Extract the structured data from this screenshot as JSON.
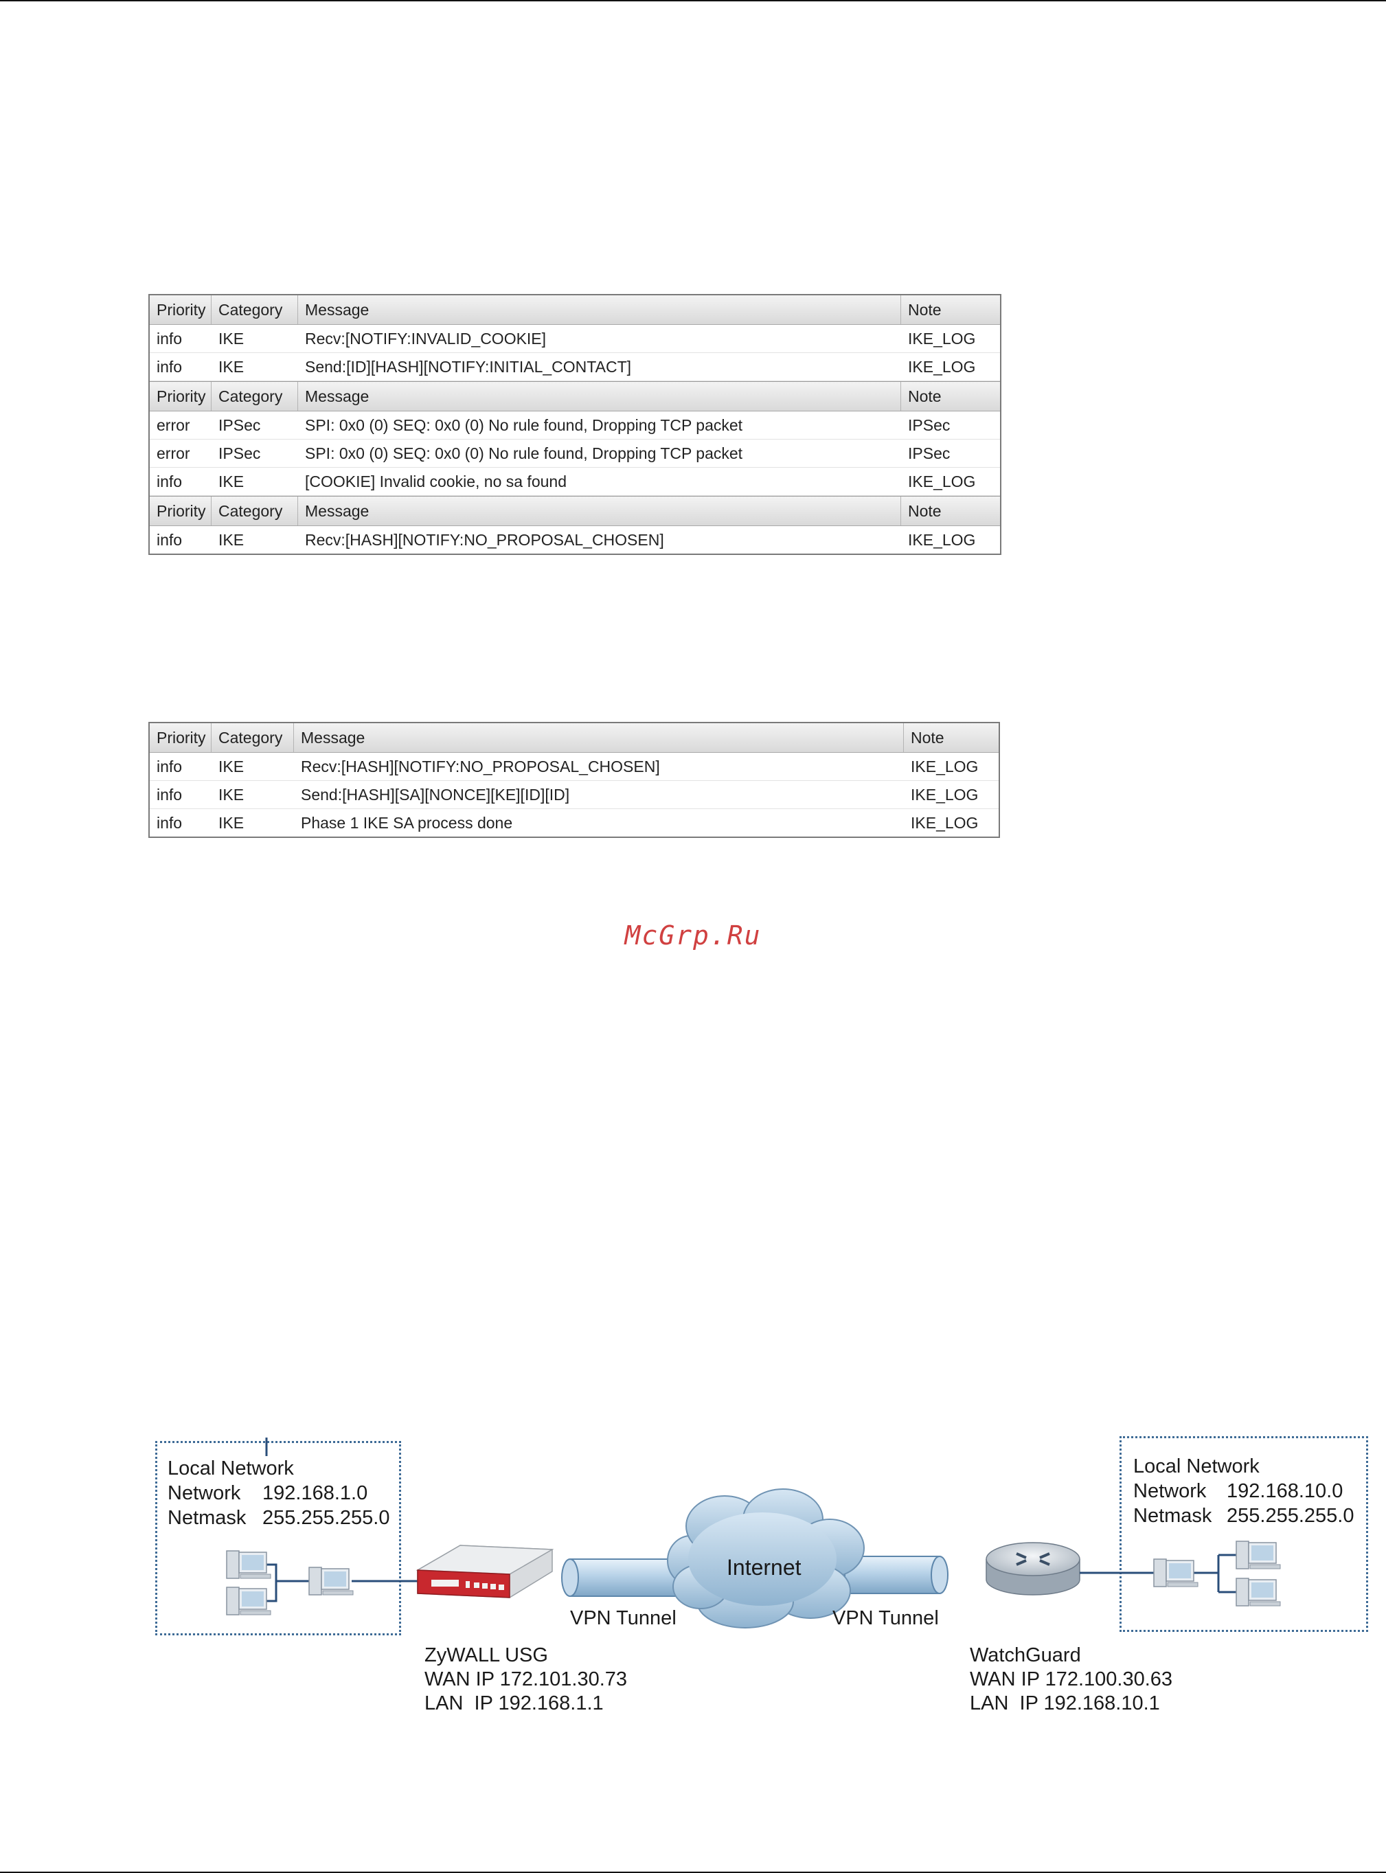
{
  "log_table_1": {
    "groups": [
      {
        "header": [
          "Priority",
          "Category",
          "Message",
          "Note"
        ],
        "rows": [
          [
            "info",
            "IKE",
            "Recv:[NOTIFY:INVALID_COOKIE]",
            "IKE_LOG"
          ],
          [
            "info",
            "IKE",
            "Send:[ID][HASH][NOTIFY:INITIAL_CONTACT]",
            "IKE_LOG"
          ]
        ]
      },
      {
        "header": [
          "Priority",
          "Category",
          "Message",
          "Note"
        ],
        "rows": [
          [
            "error",
            "IPSec",
            "SPI: 0x0 (0) SEQ: 0x0 (0) No rule found, Dropping TCP packet",
            "IPSec"
          ],
          [
            "error",
            "IPSec",
            "SPI: 0x0 (0) SEQ: 0x0 (0) No rule found, Dropping TCP packet",
            "IPSec"
          ],
          [
            "info",
            "IKE",
            "[COOKIE] Invalid cookie, no sa found",
            "IKE_LOG"
          ]
        ]
      },
      {
        "header": [
          "Priority",
          "Category",
          "Message",
          "Note"
        ],
        "rows": [
          [
            "info",
            "IKE",
            "Recv:[HASH][NOTIFY:NO_PROPOSAL_CHOSEN]",
            "IKE_LOG"
          ]
        ]
      }
    ]
  },
  "log_table_2": {
    "header": [
      "Priority",
      "Category",
      "Message",
      "Note"
    ],
    "rows": [
      [
        "info",
        "IKE",
        "Recv:[HASH][NOTIFY:NO_PROPOSAL_CHOSEN]",
        "IKE_LOG"
      ],
      [
        "info",
        "IKE",
        "Send:[HASH][SA][NONCE][KE][ID][ID]",
        "IKE_LOG"
      ],
      [
        "info",
        "IKE",
        "Phase 1 IKE SA process done",
        "IKE_LOG"
      ]
    ]
  },
  "watermark": "McGrp.Ru",
  "diagram": {
    "left_network": {
      "title": "Local Network",
      "network_label": "Network",
      "network": "192.168.1.0",
      "netmask_label": "Netmask",
      "netmask": "255.255.255.0"
    },
    "right_network": {
      "title": "Local Network",
      "network_label": "Network",
      "network": "192.168.10.0",
      "netmask_label": "Netmask",
      "netmask": "255.255.255.0"
    },
    "internet": "Internet",
    "tunnel_left": "VPN Tunnel",
    "tunnel_right": "VPN Tunnel",
    "zywall": {
      "name": "ZyWALL USG",
      "wan": "WAN IP 172.101.30.73",
      "lan": "LAN  IP 192.168.1.1"
    },
    "watchguard": {
      "name": "WatchGuard",
      "wan": "WAN IP 172.100.30.63",
      "lan": "LAN  IP 192.168.10.1"
    },
    "colors": {
      "box_border": "#3e6b96",
      "line": "#2a4e7a",
      "router_red": "#c8282e",
      "cloud": "#a9c7de"
    }
  }
}
